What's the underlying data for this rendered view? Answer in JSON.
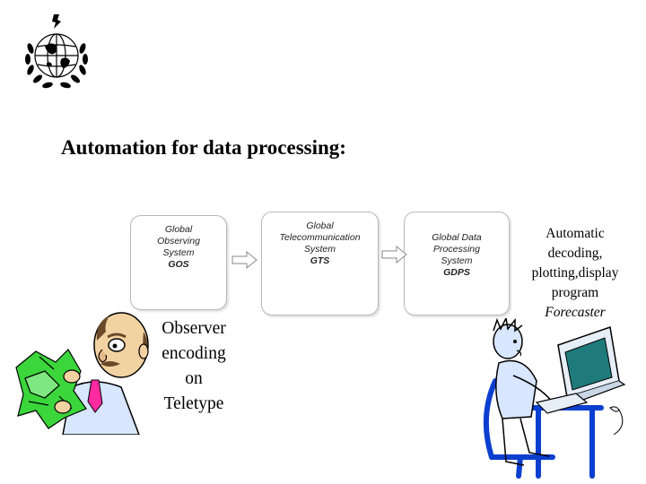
{
  "title": "Automation for data processing:",
  "systems": [
    {
      "lines": [
        "Global",
        "Observing",
        "System"
      ],
      "abbr": "GOS"
    },
    {
      "lines": [
        "Global",
        "Telecommunication",
        "System"
      ],
      "abbr": "GTS"
    },
    {
      "lines": [
        "Global Data",
        "Processing",
        "System"
      ],
      "abbr": "GDPS"
    }
  ],
  "observer_caption": [
    "Observer",
    "encoding",
    "on",
    "Teletype"
  ],
  "automatic_caption": [
    "Automatic",
    "decoding,",
    "plotting,display",
    "program"
  ],
  "forecaster_label": "Forecaster",
  "colors": {
    "box_border": "#b8b8b8",
    "paper_green": "#3bd63b",
    "monitor_teal": "#1f7b7b",
    "shirt_blue": "#d8e6ff",
    "furniture_blue": "#0b3fcf"
  },
  "icons": [
    "wmo-emblem-icon",
    "arrow-right-icon",
    "observer-with-papers-icon",
    "forecaster-at-computer-icon"
  ]
}
